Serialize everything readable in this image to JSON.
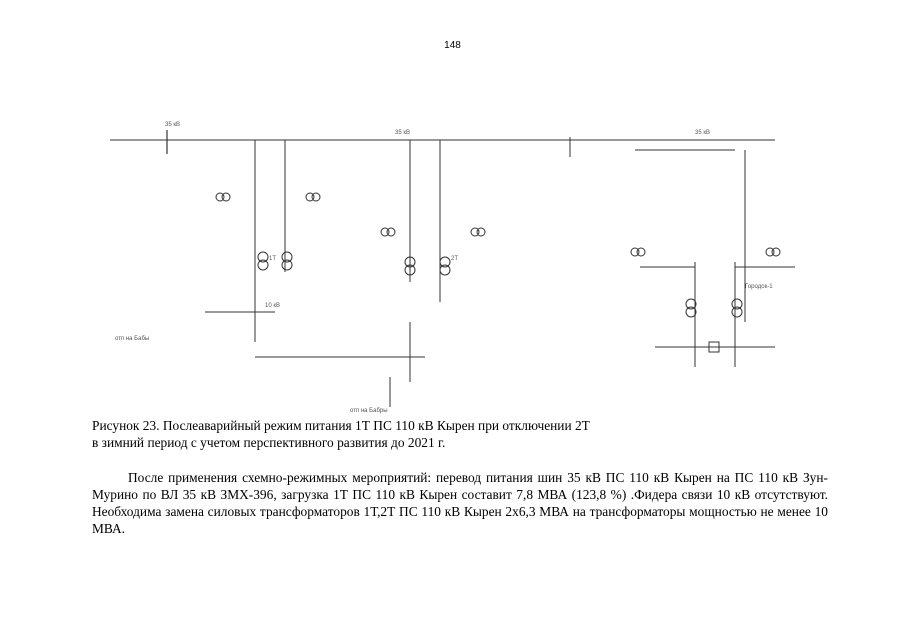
{
  "page": {
    "number": "148"
  },
  "diagram": {
    "labels": {
      "bus_35_left": "35 кВ",
      "bus_35_mid": "35 кВ",
      "bus_35_right": "35 кВ",
      "bus_10": "10 кВ",
      "t1": "1Т",
      "t2": "2Т",
      "feeder_bottom": "отп на Бабры",
      "feeder_left": "отп на Бабы",
      "label_gorodok": "Городок-1"
    }
  },
  "caption": {
    "line1": "Рисунок 23. Послеаварийный режим  питания 1Т ПС 110 кВ Кырен при отключении 2Т",
    "line2": "в зимний период с учетом перспективного развития до 2021 г."
  },
  "body": {
    "paragraph": "После применения схемно-режимных мероприятий: перевод питания шин 35 кВ ПС 110 кВ Кырен на ПС 110 кВ Зун-Мурино по ВЛ 35 кВ ЗМХ-396, загрузка 1Т ПС 110 кВ Кырен составит 7,8 МВА (123,8 %) .Фидера связи 10 кВ отсутствуют. Необходима замена силовых трансформаторов 1Т,2Т ПС 110 кВ Кырен 2х6,3 МВА на трансформаторы мощностью не менее 10 МВА."
  }
}
